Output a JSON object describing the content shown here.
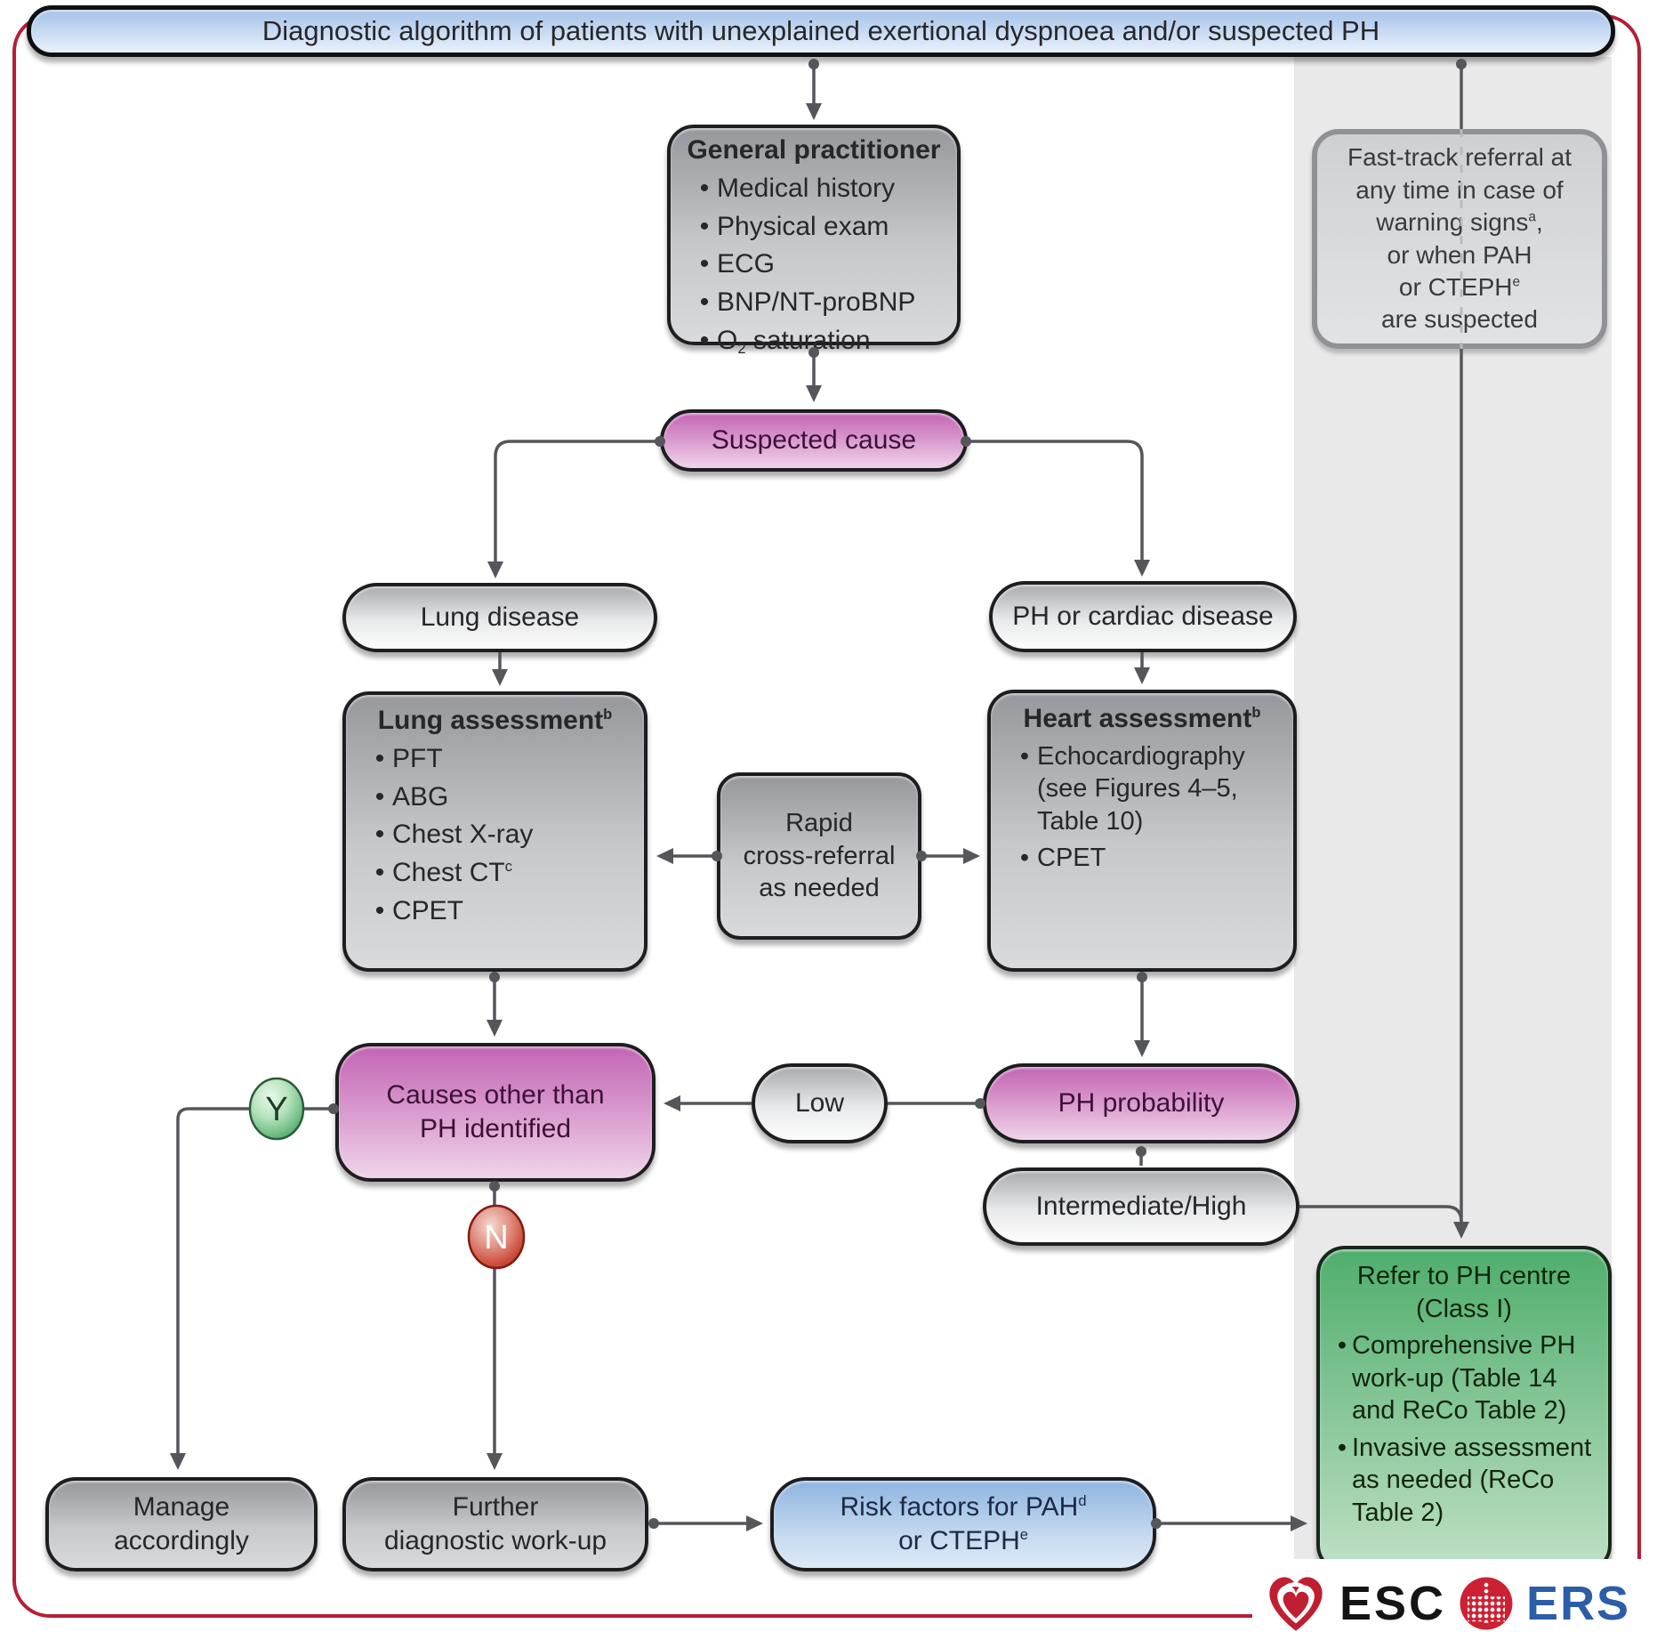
{
  "palette": {
    "frame_red": "#b41f38",
    "line_gray": "#55565a",
    "band_gray": "#e9e9ea",
    "banner_blue_top": "#a3c1e8",
    "pink_top": "#c365b4",
    "blue_box_top": "#8eb4e0",
    "green_box_top": "#4fae6d",
    "gray_box_top": "#96989d",
    "yes_green": "#72bf85",
    "no_red": "#cf5240",
    "esc_red": "#c01e31",
    "ers_red": "#cc2133",
    "ers_blue": "#2b5da8"
  },
  "banner": {
    "title": "Diagnostic algorithm of patients with unexplained exertional dyspnoea and/or suspected PH"
  },
  "gp": {
    "title": "General practitioner",
    "items": [
      "Medical history",
      "Physical exam",
      "ECG",
      "BNP/NT-proBNP",
      {
        "pre": "O",
        "sub": "2",
        "post": " saturation"
      }
    ]
  },
  "fast_track": {
    "lines": [
      "Fast-track referral at",
      "any time in case of",
      {
        "pre": "warning signs",
        "sup": "a",
        "post": ","
      },
      "or when PAH",
      {
        "pre": "or CTEPH",
        "sup": "e"
      },
      "are suspected"
    ]
  },
  "suspected": {
    "label": "Suspected cause"
  },
  "branch_lung": {
    "label": "Lung disease"
  },
  "branch_heart": {
    "label": "PH or cardiac disease"
  },
  "lung_assessment": {
    "title": "Lung assessment",
    "sup": "b",
    "items": [
      "PFT",
      "ABG",
      "Chest X-ray",
      {
        "pre": "Chest CT",
        "sup": "c"
      },
      "CPET"
    ]
  },
  "heart_assessment": {
    "title": "Heart assessment",
    "sup": "b",
    "items": [
      "Echocardiography (see Figures 4–5, Table 10)",
      "CPET"
    ]
  },
  "rapid": {
    "lines": [
      "Rapid",
      "cross-referral",
      "as needed"
    ]
  },
  "causes": {
    "lines": [
      "Causes other than",
      "PH identified"
    ]
  },
  "decision": {
    "yes": "Y",
    "no": "N"
  },
  "low": {
    "label": "Low"
  },
  "ph_probability": {
    "label": "PH probability"
  },
  "intermediate_high": {
    "label": "Intermediate/High"
  },
  "manage": {
    "lines": [
      "Manage",
      "accordingly"
    ]
  },
  "further": {
    "lines": [
      "Further",
      "diagnostic work-up"
    ]
  },
  "risk": {
    "line1": {
      "pre": "Risk factors for PAH",
      "sup": "d"
    },
    "line2": {
      "pre": "or CTEPH",
      "sup": "e"
    }
  },
  "refer": {
    "title_lines": [
      "Refer to PH centre",
      "(Class I)"
    ],
    "items": [
      "Comprehensive PH work-up (Table 14 and ReCo Table 2)",
      "Invasive assessment as needed (ReCo Table 2)"
    ]
  },
  "logos": {
    "esc": "ESC",
    "ers": "ERS"
  }
}
